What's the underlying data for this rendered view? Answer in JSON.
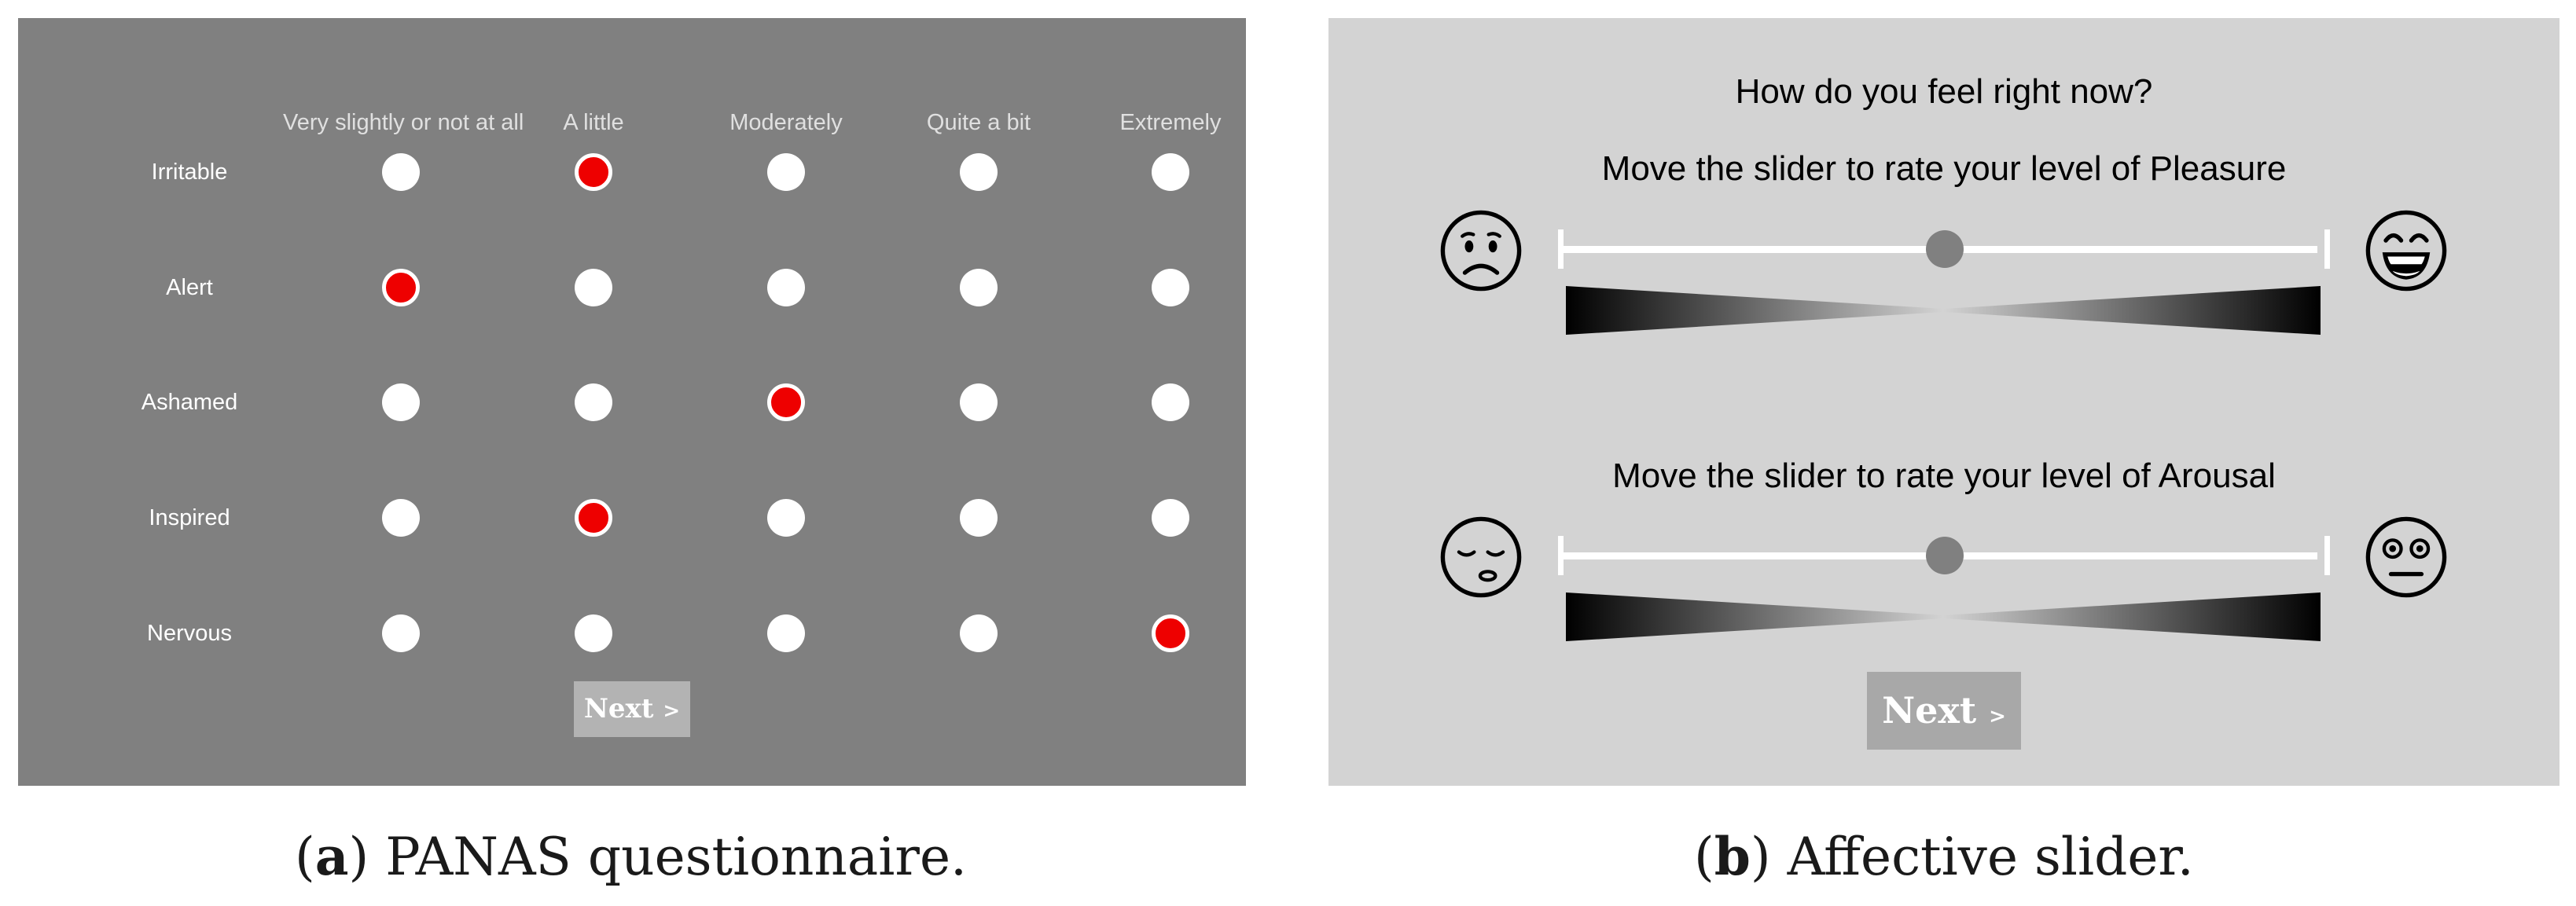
{
  "panas": {
    "columns": [
      "Very slightly or not at all",
      "A little",
      "Moderately",
      "Quite a bit",
      "Extremely"
    ],
    "rows": [
      {
        "label": "Irritable",
        "selected": 1
      },
      {
        "label": "Alert",
        "selected": 0
      },
      {
        "label": "Ashamed",
        "selected": 2
      },
      {
        "label": "Inspired",
        "selected": 1
      },
      {
        "label": "Nervous",
        "selected": 4
      }
    ],
    "next_label": "Next",
    "next_arrow": ">"
  },
  "slider": {
    "question": "How do you feel right now?",
    "pleasure_prompt": "Move the slider to rate your level of Pleasure",
    "arousal_prompt": "Move the slider to rate your level of Arousal",
    "pleasure_value": 0.5,
    "arousal_value": 0.5,
    "pleasure_left_icon": "sad-face-icon",
    "pleasure_right_icon": "laughing-face-icon",
    "arousal_left_icon": "sleepy-face-icon",
    "arousal_right_icon": "wide-eyed-face-icon",
    "next_label": "Next",
    "next_arrow": ">"
  },
  "captions": {
    "a_letter": "a",
    "a_text": "PANAS questionnaire.",
    "b_letter": "b",
    "b_text": "Affective slider."
  },
  "colors": {
    "panas_bg": "#808080",
    "slider_bg": "#d3d3d3",
    "selected_radio": "#ee0000",
    "thumb": "#808080"
  }
}
